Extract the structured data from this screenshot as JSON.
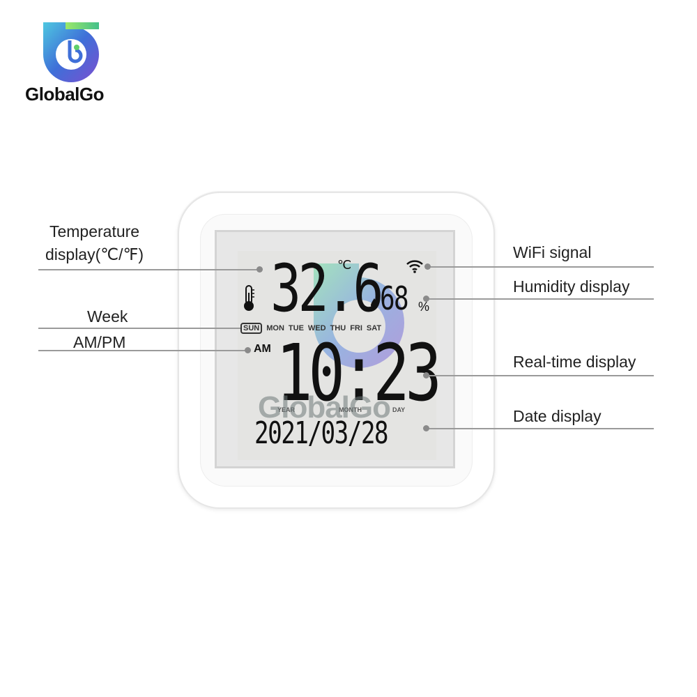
{
  "brand": {
    "name": "GlobalGo"
  },
  "callouts": {
    "temperature": "Temperature\ndisplay(℃/℉)",
    "week": "Week",
    "ampm": "AM/PM",
    "wifi": "WiFi signal",
    "humidity": "Humidity display",
    "realtime": "Real-time display",
    "date": "Date display"
  },
  "lcd": {
    "temperature": "32.6",
    "temp_unit": "℃",
    "humidity": "68",
    "humidity_unit": "%",
    "week_days": [
      "SUN",
      "MON",
      "TUE",
      "WED",
      "THU",
      "FRI",
      "SAT"
    ],
    "active_day": "SUN",
    "period": "AM",
    "time": "10:23",
    "date_labels": {
      "year": "YEAR",
      "month": "MONTH",
      "day": "DAY"
    },
    "date": "2021/03/28"
  },
  "watermark": "GlobalGo",
  "icons": [
    "thermometer-icon",
    "wifi-icon",
    "water-drop-icon",
    "globalgo-logo-icon"
  ],
  "colors": {
    "logo_blue": "#3f6fd8",
    "logo_green": "#5fcf6a",
    "logo_purple": "#7b4fd0"
  }
}
